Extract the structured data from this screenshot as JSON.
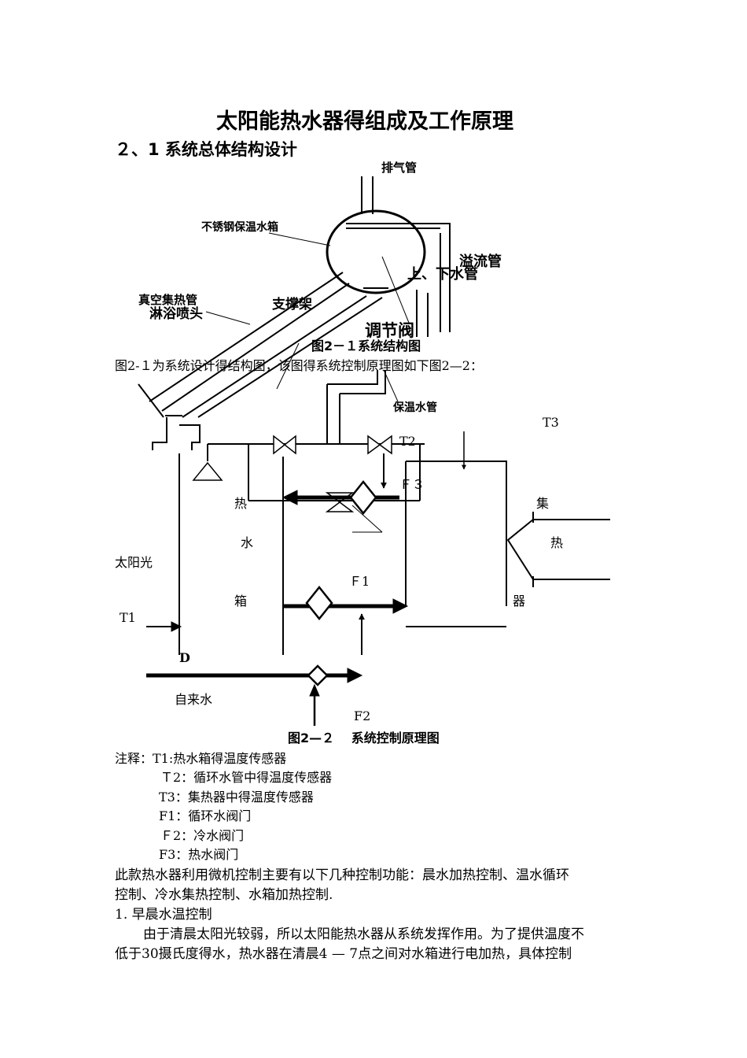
{
  "doc": {
    "title": "太阳能热水器得组成及工作原理",
    "section": "２、1 系统总体结构设计"
  },
  "fig1": {
    "exhaust_pipe": "排气管",
    "tank": "不锈钢保温水箱",
    "overflow_pipe": "溢流管",
    "up_down_pipe": "上、下水管",
    "collector_tube": "真空集热管",
    "shower_head": "淋浴喷头",
    "support": "支撑架",
    "valve": "调节阀",
    "insulated_pipe": "保温水管",
    "caption": "图2－１系统结构图"
  },
  "intro": "图2-１为系统设计得结构图，该图得系统控制原理图如下图2—2：",
  "fig2": {
    "t3": "T3",
    "t2": "T2",
    "f3": "Ｆ３",
    "hot": "热",
    "water": "水",
    "box": "箱",
    "collect": "集",
    "heat": "热",
    "device": "器",
    "sunlight": "太阳光",
    "f1": "Ｆ1",
    "t1": "T1",
    "d": "D",
    "tap_water": "自来水",
    "f2": "F2",
    "caption": "图2—２　 系统控制原理图"
  },
  "notes": [
    "注释：T1:热水箱得温度传感器",
    "Ｔ2：循环水管中得温度传感器",
    "T3：集热器中得温度传感器",
    "F1：循环水阀门",
    "Ｆ2：冷水阀门",
    "F3：热水阀门"
  ],
  "para1_l1": "此款热水器利用微机控制主要有以下几种控制功能：晨水加热控制、温水循环",
  "para1_l2": "控制、冷水集热控制、水箱加热控制.",
  "item1": "1.  早晨水温控制",
  "para2_l1": "由于清晨太阳光较弱，所以太阳能热水器从系统发挥作用。为了提供温度不",
  "para2_l2": "低于30摄氏度得水，热水器在清晨4 — 7点之间对水箱进行电加热，具体控制"
}
